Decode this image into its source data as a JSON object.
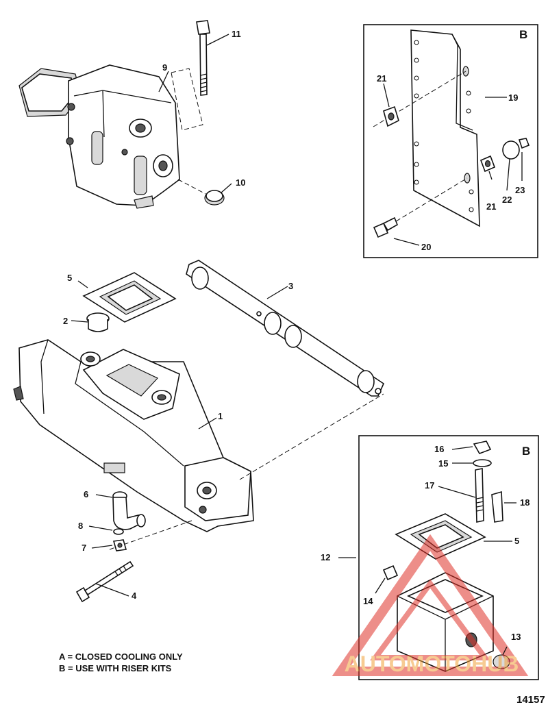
{
  "callouts": {
    "c1": "1",
    "c2": "2",
    "c3": "3",
    "c4": "4",
    "c5": "5",
    "c5b": "5",
    "c6": "6",
    "c7": "7",
    "c8": "8",
    "c9": "9",
    "c10": "10",
    "c11": "11",
    "c12": "12",
    "c13": "13",
    "c14": "14",
    "c15": "15",
    "c16": "16",
    "c17": "17",
    "c18": "18",
    "c19": "19",
    "c20": "20",
    "c21a": "21",
    "c21b": "21",
    "c22": "22",
    "c23": "23"
  },
  "detail_boxes": {
    "top_tag": "B",
    "bottom_tag": "B"
  },
  "notes": {
    "line_a": "A = CLOSED COOLING ONLY",
    "line_b": "B = USE WITH RISER KITS"
  },
  "figure_number": "14157",
  "watermark": {
    "text": "AUTOMOTOHUB",
    "color": "#f2a23a",
    "triangle_color": "#e0322a"
  }
}
